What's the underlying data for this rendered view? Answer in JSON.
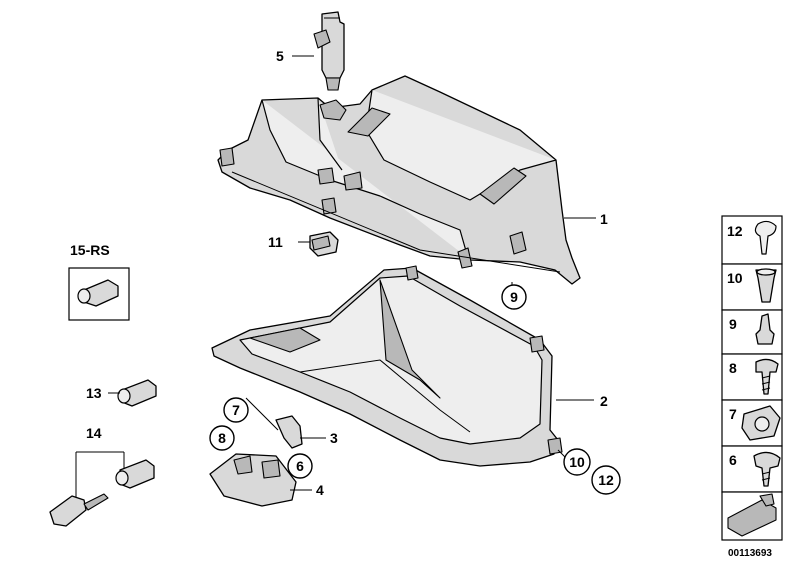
{
  "callouts": {
    "c1": "1",
    "c2": "2",
    "c3": "3",
    "c4": "4",
    "c5": "5",
    "c6": "6",
    "c7": "7",
    "c8": "8",
    "c9": "9",
    "c10": "10",
    "c11": "11",
    "c12": "12",
    "c13": "13",
    "c14": "14",
    "c15": "15-RS"
  },
  "legend": {
    "items": [
      "12",
      "10",
      "9",
      "8",
      "7",
      "6"
    ]
  },
  "doc_number": "00113693"
}
